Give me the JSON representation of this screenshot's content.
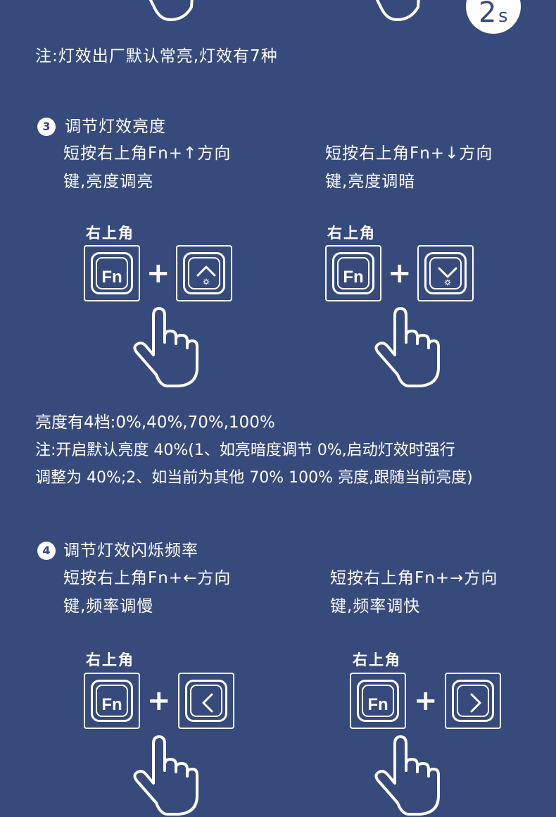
{
  "top": {
    "badge_number": "2",
    "badge_unit": "s",
    "note": "注:灯效出厂默认常亮,灯效有7种"
  },
  "section3": {
    "number": "3",
    "title": "调节灯效亮度",
    "left_line1": "短按右上角Fn+↑方向",
    "left_line2": "键,亮度调亮",
    "right_line1": "短按右上角Fn+↓方向",
    "right_line2": "键,亮度调暗",
    "key_label_left": "右上角",
    "key_label_right": "右上角",
    "fn_label": "Fn",
    "plus": "+",
    "levels": "亮度有4档:0%,40%,70%,100%",
    "note_line1": "注:开启默认亮度 40%(1、如亮暗度调节 0%,启动灯效时强行",
    "note_line2": "调整为 40%;2、如当前为其他 70% 100% 亮度,跟随当前亮度)"
  },
  "section4": {
    "number": "4",
    "title": "调节灯效闪烁频率",
    "left_line1": "短按右上角Fn+←方向",
    "left_line2": "键,频率调慢",
    "right_line1": "短按右上角Fn+→方向",
    "right_line2": "键,频率调快",
    "key_label_left": "右上角",
    "key_label_right": "右上角",
    "fn_label": "Fn",
    "plus": "+"
  },
  "icons": {
    "up_key": "brightness-up-icon",
    "down_key": "brightness-down-icon",
    "left_key": "arrow-left-icon",
    "right_key": "arrow-right-icon",
    "hand": "pointing-hand-icon"
  },
  "colors": {
    "background": "#374a7c",
    "foreground": "#ffffff"
  }
}
